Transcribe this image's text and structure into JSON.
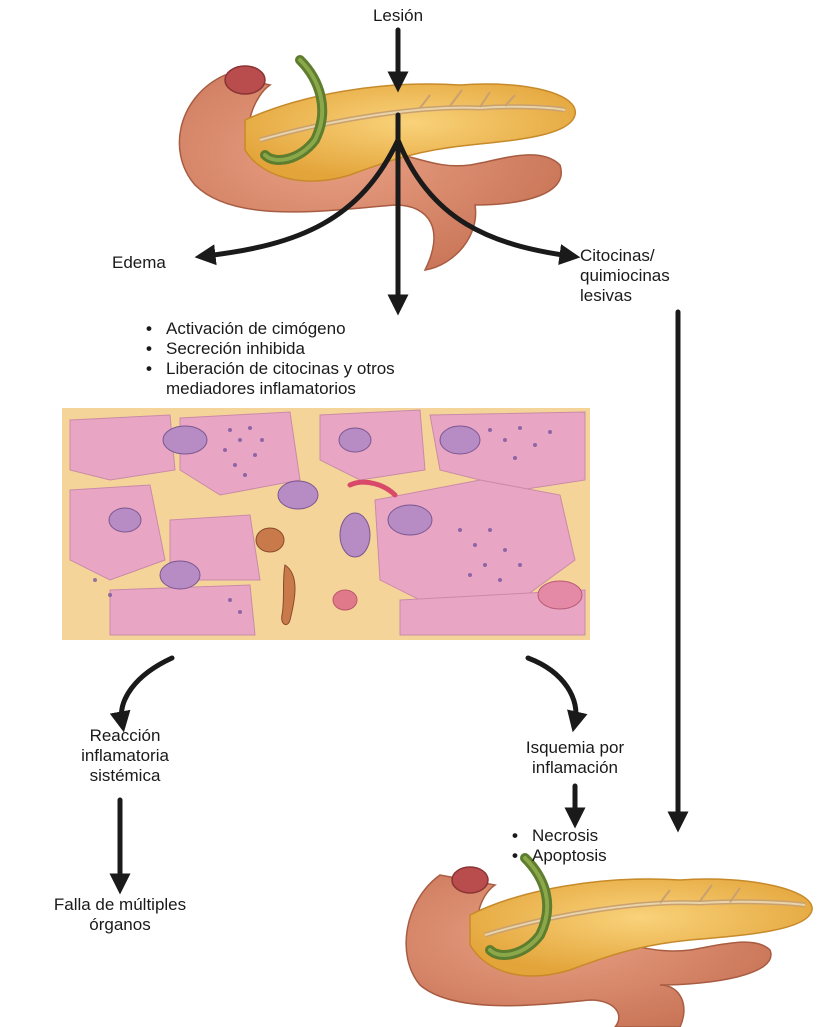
{
  "labels": {
    "lesion": "Lesión",
    "edema": "Edema",
    "cytokines": [
      "Citocinas/",
      "quimiocinas",
      "lesivas"
    ],
    "mechanisms": [
      "Activación de cimógeno",
      "Secreción inhibida",
      "Liberación de citocinas y otros",
      "mediadores inflamatorios"
    ],
    "systemic": [
      "Reacción",
      "inflamatoria",
      "sistémica"
    ],
    "ischemia": [
      "Isquemia por",
      "inflamación"
    ],
    "death": [
      "Necrosis",
      "Apoptosis"
    ],
    "failure": [
      "Falla de múltiples",
      "órganos"
    ]
  },
  "images": {
    "pancreas_top": "pancreas-illustration",
    "pancreas_bottom": "pancreas-illustration",
    "tissue": "acinar-tissue-micrograph"
  },
  "colors": {
    "pancreas": "#f2b84a",
    "duodenum": "#d98a6a",
    "bile_duct": "#6f8e3a",
    "tissue_bg": "#e9a6c4",
    "arrow": "#1a1a1a"
  }
}
